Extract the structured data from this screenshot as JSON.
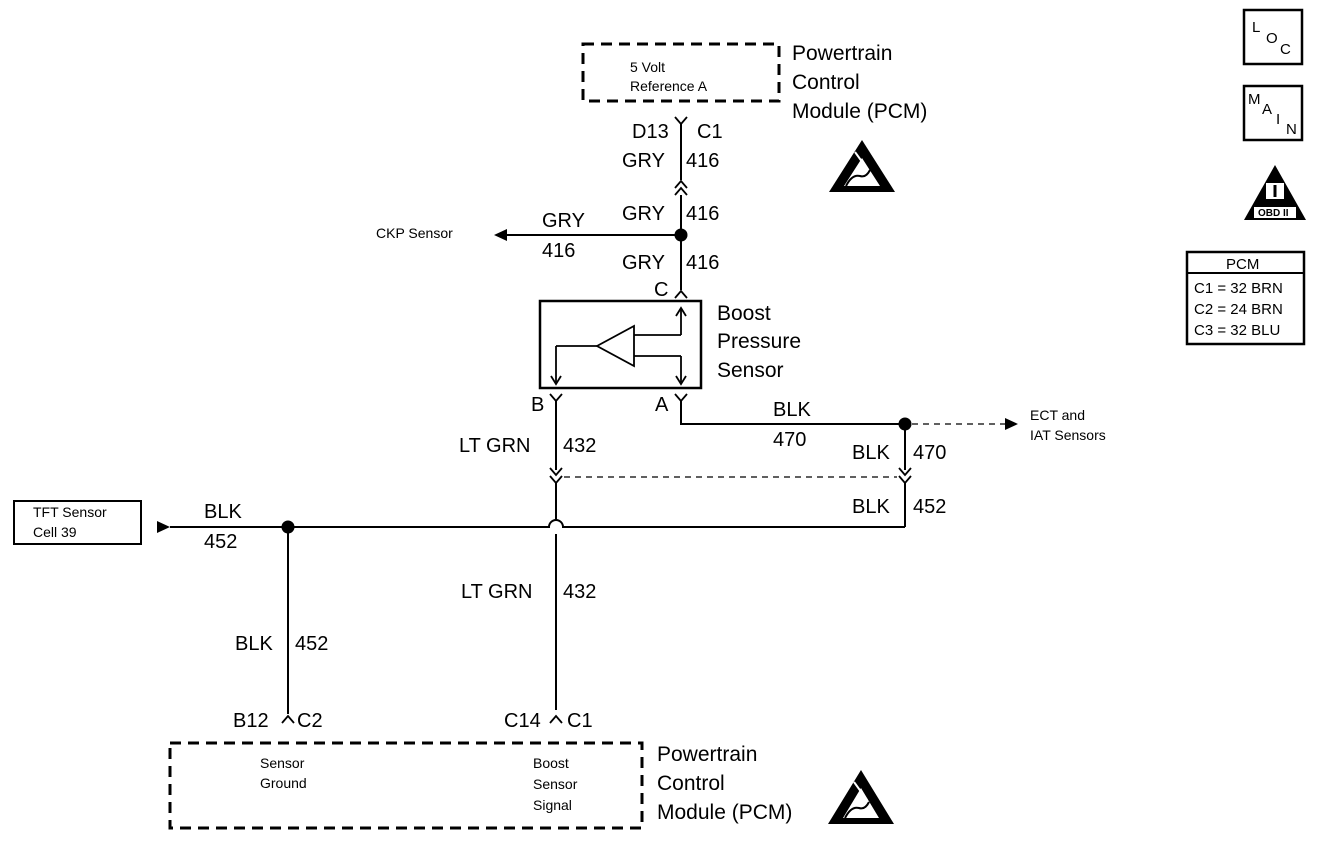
{
  "pcm_top": {
    "title_lines": [
      "Powertrain",
      "Control",
      "Module (PCM)"
    ],
    "inner_lines": [
      "5 Volt",
      "Reference A"
    ],
    "pin": "D13",
    "connector": "C1"
  },
  "wire_416": {
    "color": "GRY",
    "circuit": "416"
  },
  "ckp": {
    "label": "CKP Sensor",
    "color": "GRY",
    "circuit": "416"
  },
  "boost_sensor": {
    "title_lines": [
      "Boost",
      "Pressure",
      "Sensor"
    ],
    "pin_c": "C",
    "pin_b": "B",
    "pin_a": "A"
  },
  "wire_432": {
    "color": "LT GRN",
    "circuit": "432"
  },
  "wire_470": {
    "color": "BLK",
    "circuit": "470"
  },
  "ect_iat": {
    "lines": [
      "ECT and",
      "IAT Sensors"
    ]
  },
  "wire_452": {
    "color": "BLK",
    "circuit": "452"
  },
  "tft": {
    "lines": [
      "TFT Sensor",
      "Cell 39"
    ]
  },
  "pcm_bottom": {
    "title_lines": [
      "Powertrain",
      "Control",
      "Module (PCM)"
    ],
    "left_pin": "B12",
    "left_connector": "C2",
    "right_pin": "C14",
    "right_connector": "C1",
    "ground_lines": [
      "Sensor",
      "Ground"
    ],
    "signal_lines": [
      "Boost",
      "Sensor",
      "Signal"
    ]
  },
  "legend": {
    "loc_letters": [
      "L",
      "O",
      "C"
    ],
    "main_letters": [
      "M",
      "A",
      "I",
      "N"
    ],
    "obd_label": "OBD II",
    "pcm_title": "PCM",
    "pcm_rows": [
      "C1 = 32 BRN",
      "C2 = 24 BRN",
      "C3 = 32 BLU"
    ]
  }
}
